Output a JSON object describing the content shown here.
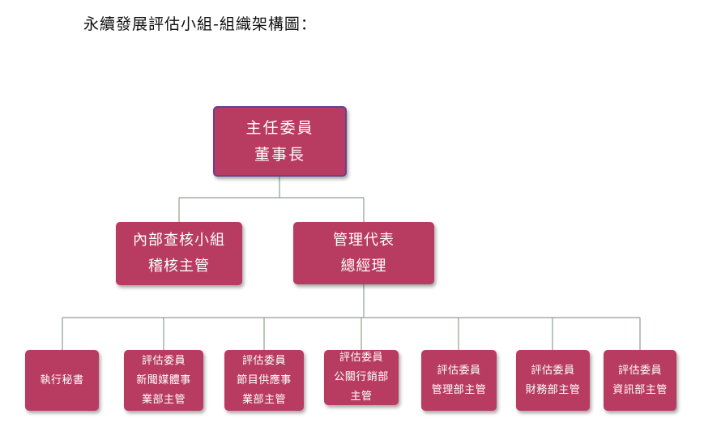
{
  "title": "永續發展評估小組-組織架構圖：",
  "colors": {
    "box_fill": "#b83c61",
    "top_border": "#6a3f8f",
    "connector": "#8f9f8f"
  },
  "chair": {
    "line1": "主任委員",
    "line2": "董事長"
  },
  "audit": {
    "line1": "內部查核小組",
    "line2": "稽核主管"
  },
  "management": {
    "line1": "管理代表",
    "line2": "總經理"
  },
  "members": [
    {
      "lines": [
        "執行秘書"
      ]
    },
    {
      "lines": [
        "評估委員",
        "新聞媒體事",
        "業部主管"
      ]
    },
    {
      "lines": [
        "評估委員",
        "節目供應事",
        "業部主管"
      ]
    },
    {
      "lines": [
        "評估委員",
        "公關行銷部",
        "主管"
      ]
    },
    {
      "lines": [
        "評估委員",
        "管理部主管"
      ]
    },
    {
      "lines": [
        "評估委員",
        "財務部主管"
      ]
    },
    {
      "lines": [
        "評估委員",
        "資訊部主管"
      ]
    }
  ]
}
